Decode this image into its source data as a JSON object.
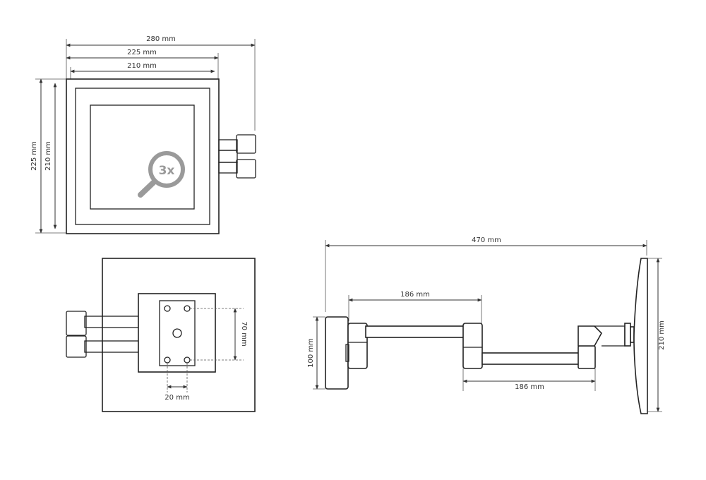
{
  "front_view": {
    "dim_total_width": "280 mm",
    "dim_frame_width": "225 mm",
    "dim_mirror_width": "210 mm",
    "dim_frame_height": "225 mm",
    "dim_mirror_height": "210 mm",
    "magnification": "3x"
  },
  "top_view": {
    "dim_mount_height": "70 mm",
    "dim_mount_spacing": "20 mm"
  },
  "side_view": {
    "dim_total_length": "470 mm",
    "dim_arm_1": "186 mm",
    "dim_arm_2": "186 mm",
    "dim_base_height": "100 mm",
    "dim_mirror_height": "210 mm"
  },
  "colors": {
    "line": "#333333",
    "magnifier_icon": "#9a9a9a"
  }
}
